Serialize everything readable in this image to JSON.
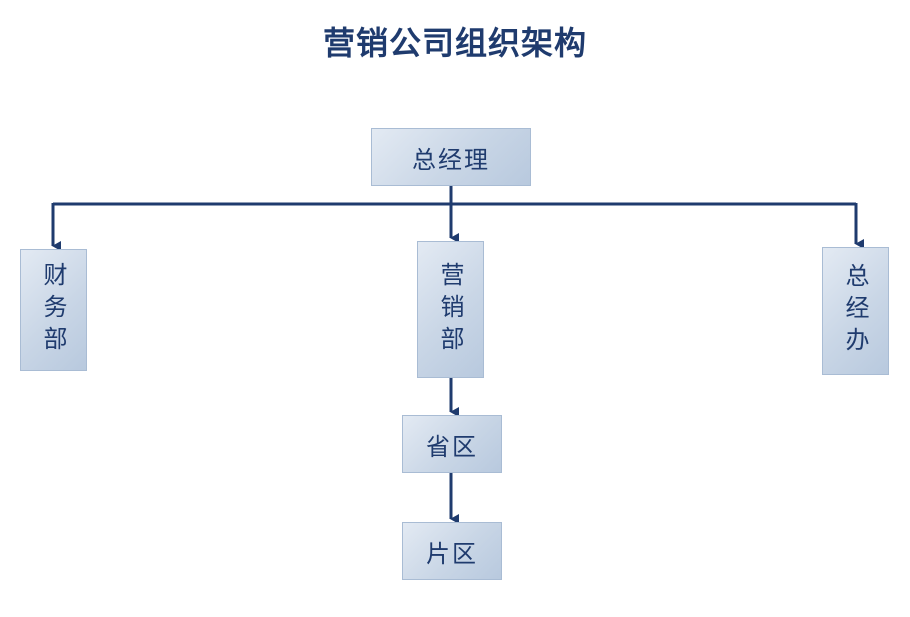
{
  "title": "营销公司组织架构",
  "nodes": {
    "general_manager": "总经理",
    "finance_dept": "财务部",
    "sales_dept": "营销部",
    "gm_office": "总经办",
    "province": "省区",
    "district": "片区"
  },
  "colors": {
    "title": "#1f3b6e",
    "line": "#1f3b6e",
    "box_light": "#e3eaf3",
    "box_dark": "#b8c9de",
    "text": "#1f3b6e"
  }
}
